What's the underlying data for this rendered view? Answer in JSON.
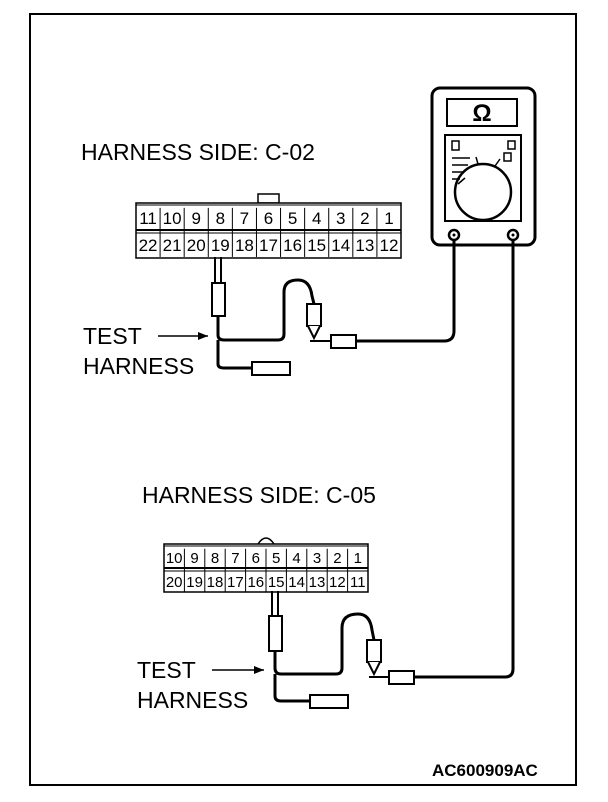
{
  "connectors": [
    {
      "label": "HARNESS SIDE: C-02",
      "top_row": [
        "11",
        "10",
        "9",
        "8",
        "7",
        "6",
        "5",
        "4",
        "3",
        "2",
        "1"
      ],
      "bottom_row": [
        "22",
        "21",
        "20",
        "19",
        "18",
        "17",
        "16",
        "15",
        "14",
        "13",
        "12"
      ],
      "probe_pin": "19"
    },
    {
      "label": "HARNESS SIDE: C-05",
      "top_row": [
        "10",
        "9",
        "8",
        "7",
        "6",
        "5",
        "4",
        "3",
        "2",
        "1"
      ],
      "bottom_row": [
        "20",
        "19",
        "18",
        "17",
        "16",
        "15",
        "14",
        "13",
        "12",
        "11"
      ],
      "probe_pin": "15"
    }
  ],
  "test_harness_labels": [
    {
      "line1": "TEST",
      "line2": "HARNESS"
    },
    {
      "line1": "TEST",
      "line2": "HARNESS"
    }
  ],
  "meter": {
    "symbol": "Ω"
  },
  "figure_code": "AC600909AC"
}
